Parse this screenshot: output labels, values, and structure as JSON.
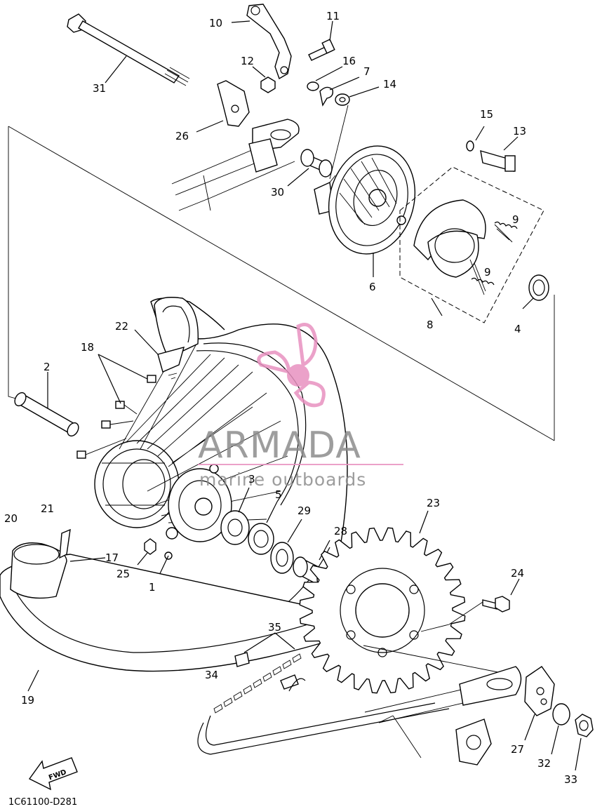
{
  "diagram": {
    "part_code": "1C61100-D281",
    "fwd_label": "FWD",
    "callouts": [
      "1",
      "2",
      "3",
      "4",
      "5",
      "6",
      "7",
      "8",
      "9",
      "9",
      "10",
      "11",
      "12",
      "13",
      "14",
      "15",
      "16",
      "17",
      "18",
      "19",
      "20",
      "21",
      "22",
      "23",
      "24",
      "25",
      "26",
      "27",
      "28",
      "29",
      "30",
      "31",
      "32",
      "33",
      "34",
      "35"
    ]
  },
  "watermark": {
    "brand": "ARMADA",
    "tagline": "marine outboards",
    "colors": {
      "pink": "#e891c0",
      "gray": "#8c8c8c"
    }
  }
}
